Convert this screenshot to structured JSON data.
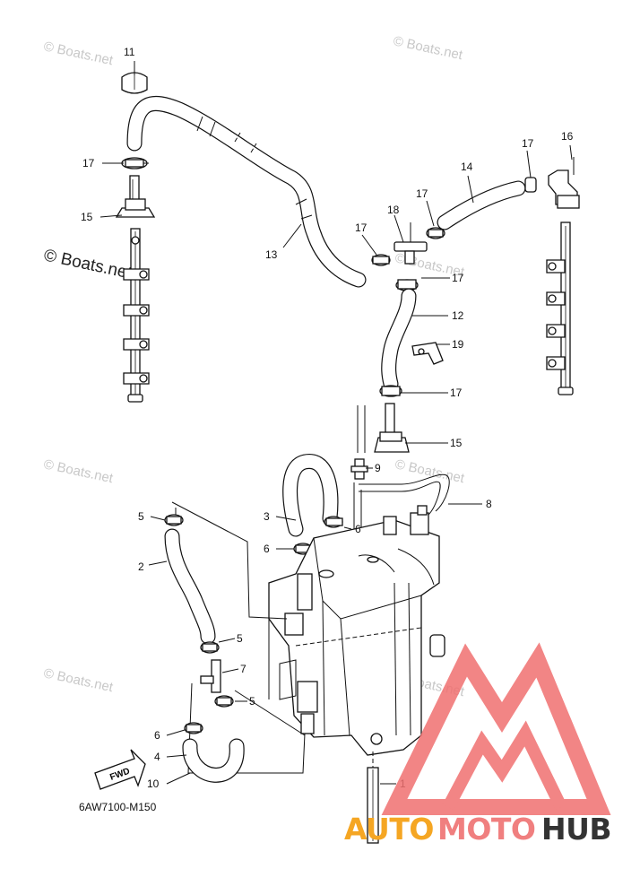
{
  "callouts": [
    "1",
    "2",
    "3",
    "4",
    "5",
    "6",
    "7",
    "8",
    "9",
    "10",
    "11",
    "12",
    "13",
    "14",
    "15",
    "16",
    "17",
    "18",
    "19"
  ],
  "labels": {
    "l11": "11",
    "l17a": "17",
    "l15a": "15",
    "l13": "13",
    "l18": "18",
    "l17b": "17",
    "l17c": "17",
    "l14": "14",
    "l17d": "17",
    "l16": "16",
    "l17e": "17",
    "l12": "12",
    "l19": "19",
    "l17f": "17",
    "l15b": "15",
    "l9": "9",
    "l8": "8",
    "l3": "3",
    "l6a": "6",
    "l5a": "5",
    "l6b": "6",
    "l2": "2",
    "l5b": "5",
    "l7": "7",
    "l5c": "5",
    "l6c": "6",
    "l4": "4",
    "l10": "10",
    "l1": "1"
  },
  "fwd_arrow_text": "FWD",
  "diagram_code": "6AW7100-M150",
  "watermark": "© Boats.net",
  "brand": {
    "part1": "AUTO",
    "part2": "MOTO",
    "part3": "HUB",
    "color1": "#f5a623",
    "color2": "#f07f7f",
    "color3": "#333333",
    "logo_color": "#f07070"
  }
}
